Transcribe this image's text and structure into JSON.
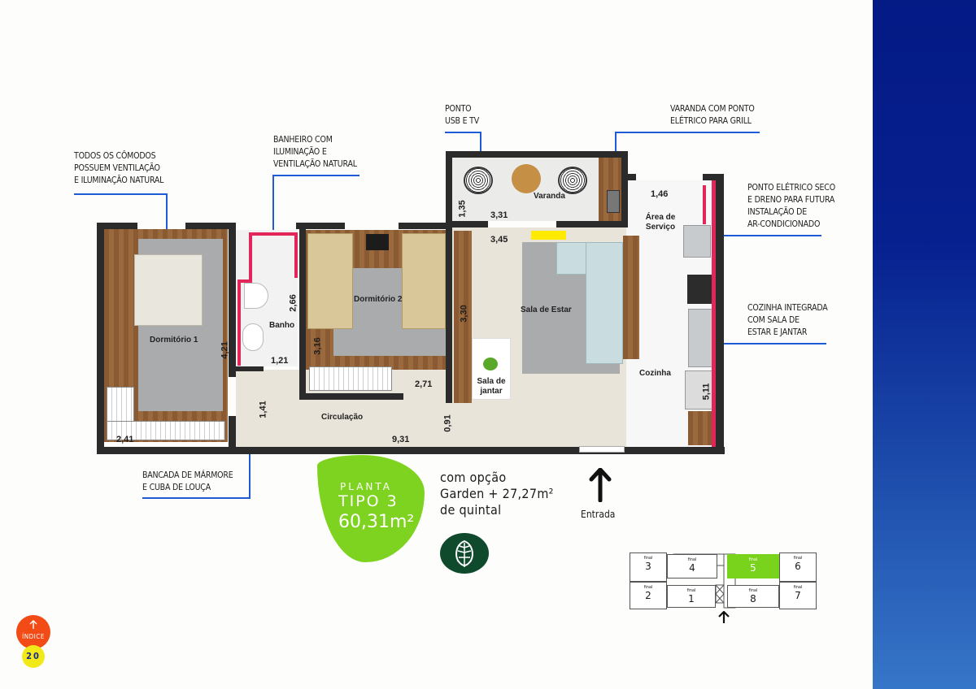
{
  "plan": {
    "title_line1": "PLANTA",
    "title_line2": "TIPO 3",
    "area": "60,31m²",
    "garden_option": {
      "line1": "com opção",
      "line2": "Garden + 27,27m²",
      "line3": "de quintal"
    },
    "entry_label": "Entrada"
  },
  "callouts": [
    {
      "id": "ventilation",
      "lines": [
        "TODOS OS CÔMODOS",
        "POSSUEM VENTILAÇÃO",
        "E ILUMINAÇÃO NATURAL"
      ]
    },
    {
      "id": "bathroom",
      "lines": [
        "BANHEIRO COM",
        "ILUMINAÇÃO E",
        "VENTILAÇÃO NATURAL"
      ]
    },
    {
      "id": "usb-tv",
      "lines": [
        "PONTO",
        "USB E TV"
      ]
    },
    {
      "id": "balcony-grill",
      "lines": [
        "VARANDA COM PONTO",
        "ELÉTRICO PARA GRILL"
      ]
    },
    {
      "id": "air-conditioning",
      "lines": [
        "PONTO ELÉTRICO SECO",
        "E DRENO PARA FUTURA",
        "INSTALAÇÃO DE",
        "AR-CONDICIONADO"
      ]
    },
    {
      "id": "kitchen",
      "lines": [
        "COZINHA INTEGRADA",
        "COM SALA DE",
        "ESTAR E JANTAR"
      ]
    },
    {
      "id": "countertop",
      "lines": [
        "BANCADA DE MÁRMORE",
        "E CUBA DE LOUÇA"
      ]
    }
  ],
  "rooms": {
    "dormitorio1": "Dormitório 1",
    "banho": "Banho",
    "dormitorio2": "Dormitório 2",
    "varanda": "Varanda",
    "area_servico": "Área de Serviço",
    "sala_estar": "Sala de Estar",
    "sala_jantar": "Sala de jantar",
    "cozinha": "Cozinha",
    "circulacao": "Circulação"
  },
  "dimensions": {
    "dorm1_width": "2,41",
    "dorm1_length": "4,21",
    "banho_length": "2,66",
    "banho_width": "1,21",
    "circ_width": "1,41",
    "dorm2_length": "3,16",
    "dorm2_width": "2,71",
    "circ_length": "9,31",
    "circ_depth": "0,91",
    "varanda_depth": "1,35",
    "varanda_width": "3,31",
    "sala_width": "3,45",
    "sala_length": "3,30",
    "servico_width": "1,46",
    "cozinha_length": "5,11"
  },
  "keyplan": {
    "label": "final",
    "units": [
      {
        "n": "3",
        "active": false
      },
      {
        "n": "4",
        "active": false
      },
      {
        "n": "5",
        "active": true
      },
      {
        "n": "6",
        "active": false
      },
      {
        "n": "2",
        "active": false
      },
      {
        "n": "1",
        "active": false
      },
      {
        "n": "8",
        "active": false
      },
      {
        "n": "7",
        "active": false
      }
    ]
  },
  "nav": {
    "index_label": "ÍNDICE",
    "page_number": "20"
  },
  "colors": {
    "accent_green": "#7ed321",
    "leader_blue": "#1e5bd6",
    "wall_pink": "#e2265a",
    "index_orange": "#f24b15",
    "page_yellow": "#f2ea18",
    "panel_blue_top": "#041a85",
    "panel_blue_bottom": "#3676c8"
  }
}
